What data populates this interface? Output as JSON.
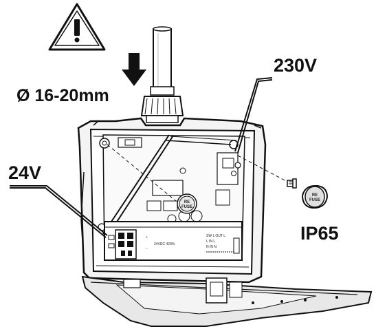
{
  "labels": {
    "diameter": "Ø 16-20mm",
    "high_voltage": "230V",
    "low_voltage": "24V",
    "protection_rating": "IP65"
  },
  "terminal_labels": {
    "psu_rating": "24VDC 420%",
    "plus": "+",
    "minus": "−",
    "sw_out": "SW L OUT  L",
    "l_in": "L IN   L",
    "n_in": "N IN   N"
  },
  "fuse_caps": {
    "line1": "RE",
    "line2": "FUSE"
  },
  "icons": [
    "warning-triangle-icon",
    "down-arrow-icon"
  ],
  "colors": {
    "stroke": "#111111",
    "housing_fill": "#f4f4f4",
    "lid_fill": "#e8e8e8",
    "board_fill": "#fafafa"
  }
}
